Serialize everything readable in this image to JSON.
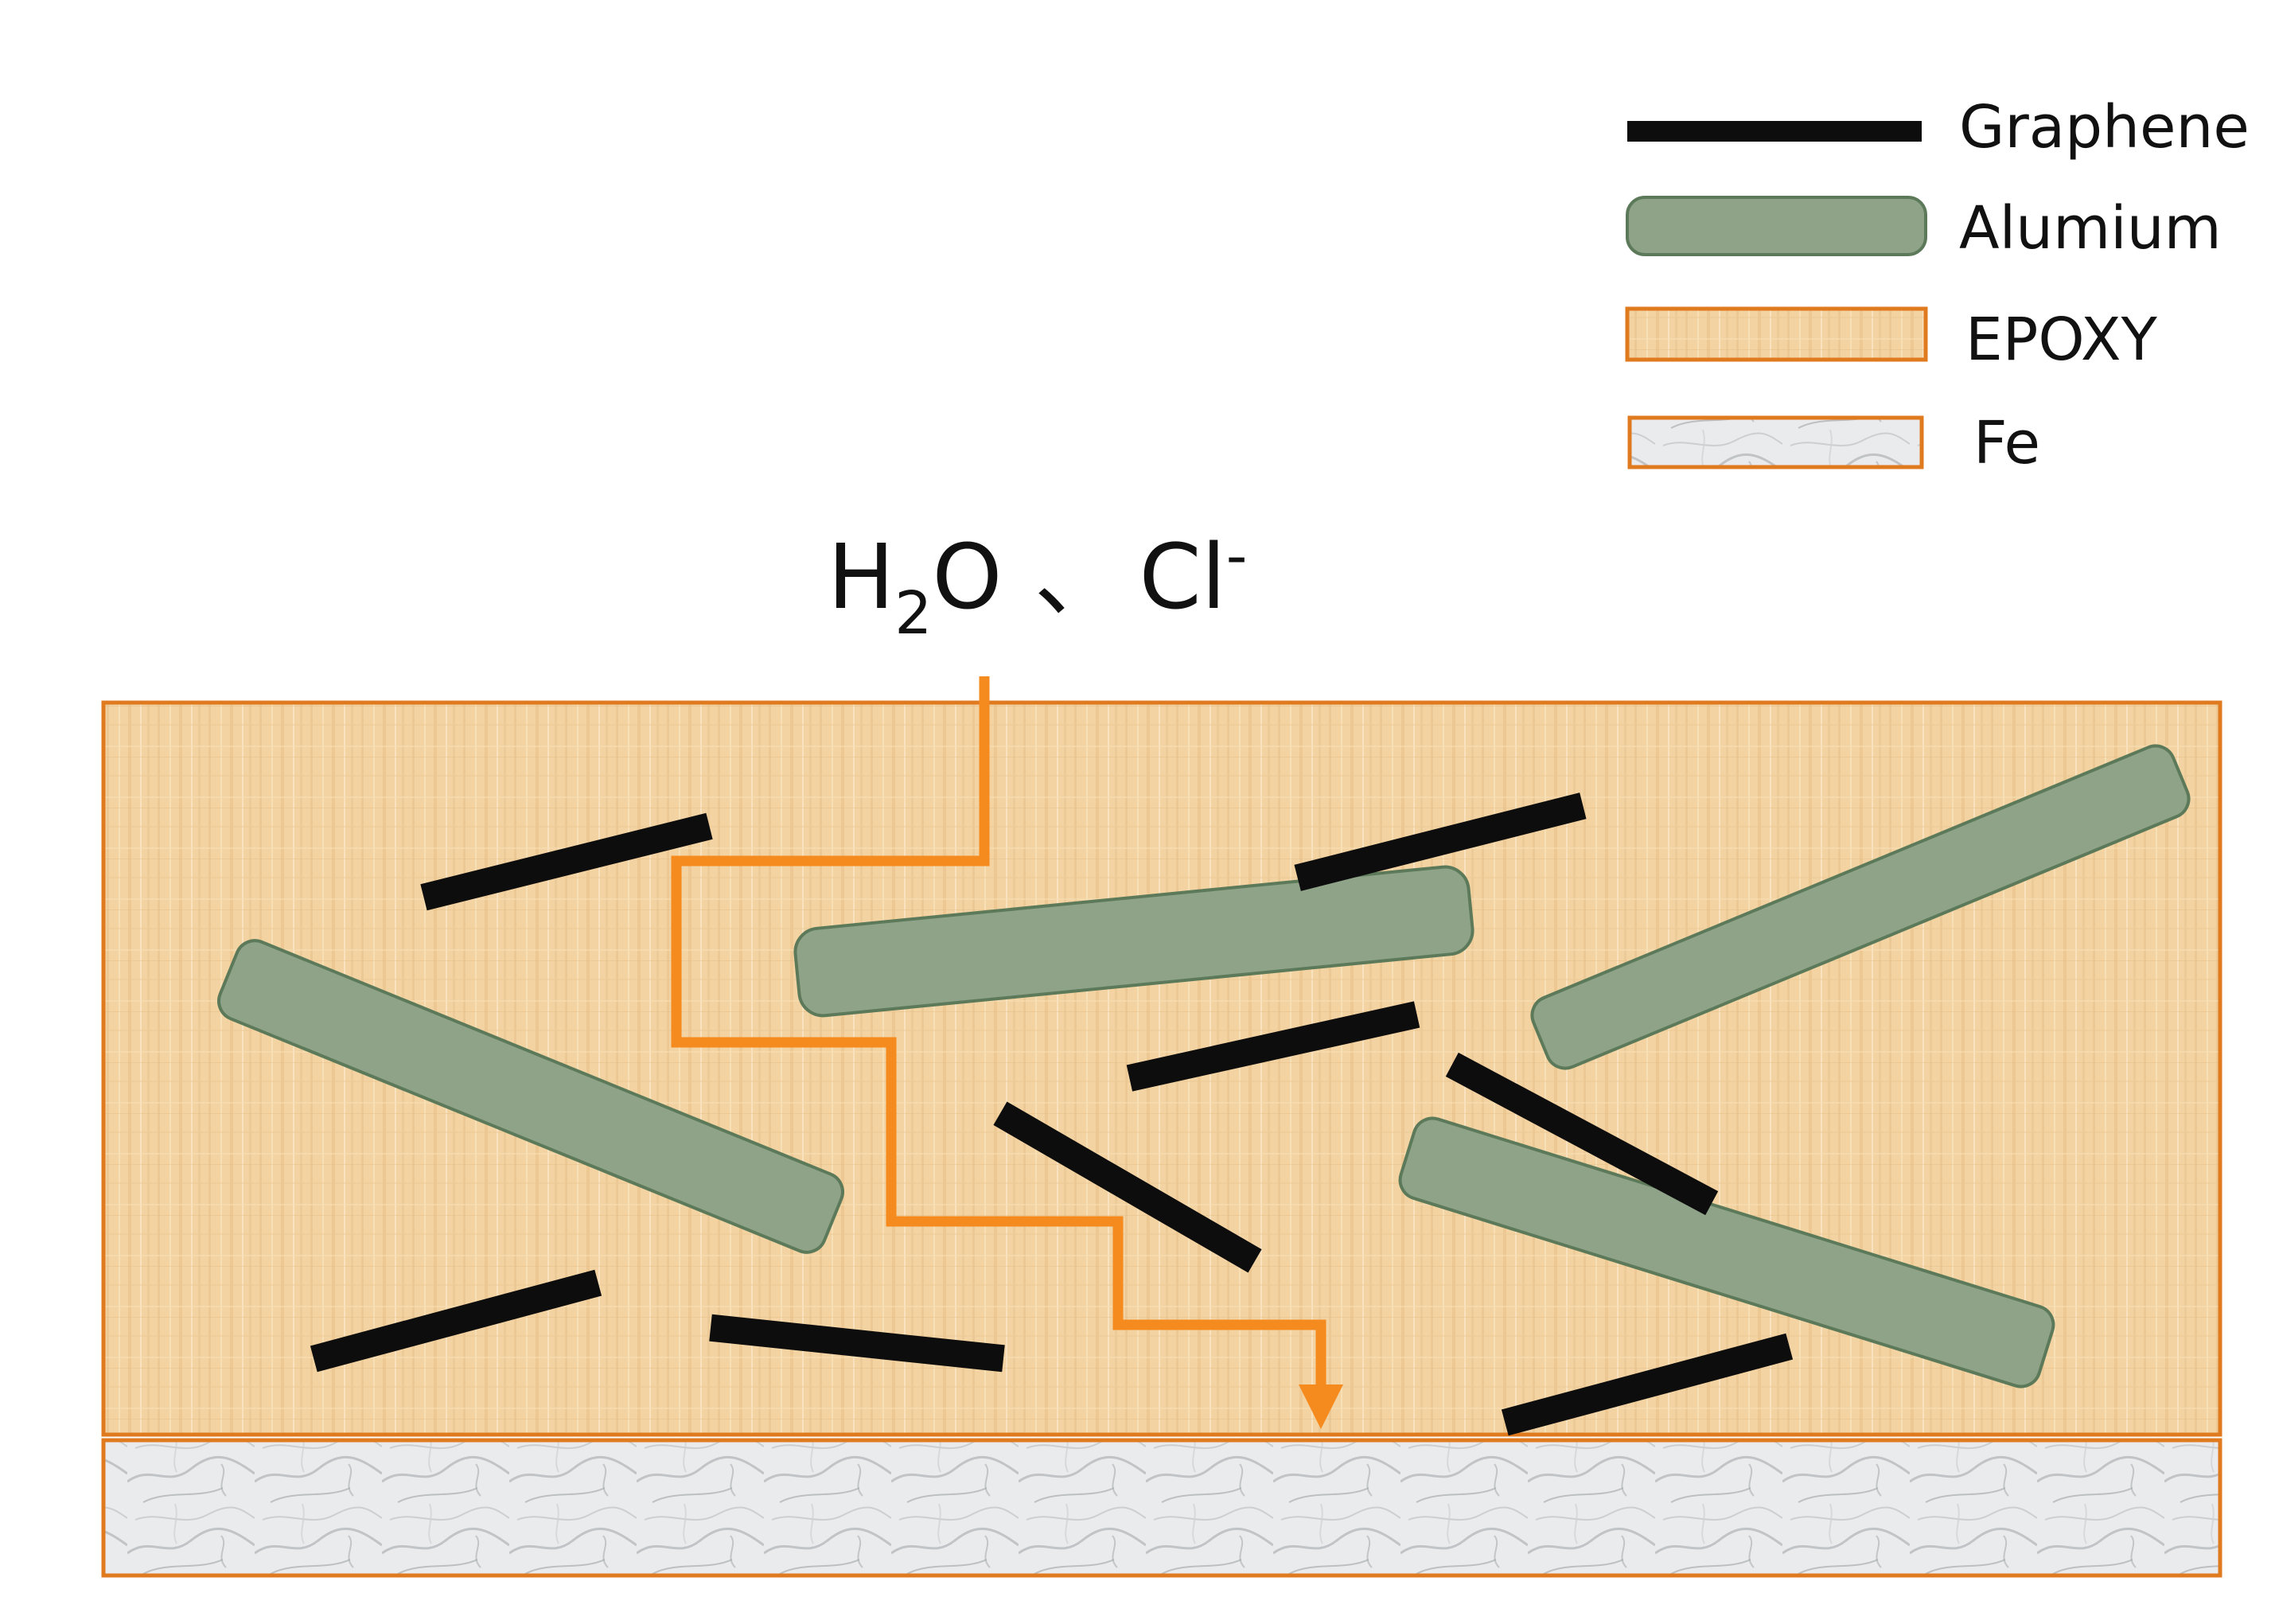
{
  "legend": {
    "graphene": "Graphene",
    "aluminium": "Alumium",
    "epoxy": "EPOXY",
    "fe": "Fe"
  },
  "species": {
    "water_base": "H",
    "water_sub": "2",
    "water_tail": "O",
    "separator": "、",
    "chloride": "Cl",
    "chloride_charge": "-"
  },
  "colors": {
    "graphene": "#0d0d0d",
    "aluminium_fill": "#8fa389",
    "aluminium_stroke": "#5c7a5a",
    "epoxy_fill": "#f3d3a2",
    "epoxy_stroke": "#e07a1f",
    "fe_fill": "#e6e8ea",
    "fe_stroke": "#e07a1f",
    "path": "#f58a1f"
  }
}
